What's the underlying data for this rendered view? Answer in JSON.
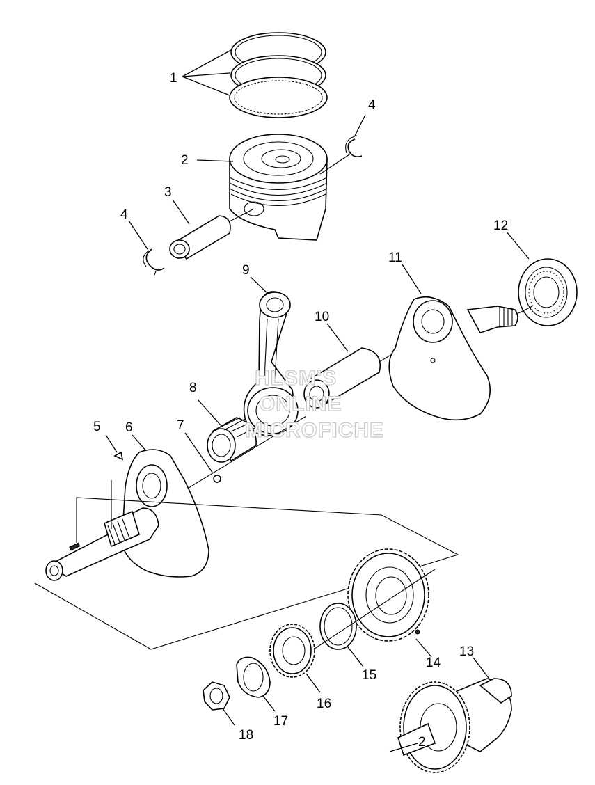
{
  "callouts": {
    "c1": "1",
    "c2": "2",
    "c3": "3",
    "c4a": "4",
    "c4b": "4",
    "c5": "5",
    "c6": "6",
    "c7": "7",
    "c8": "8",
    "c9": "9",
    "c10": "10",
    "c11": "11",
    "c12": "12",
    "c13": "13",
    "c14": "14",
    "c15": "15",
    "c16": "16",
    "c17": "17",
    "c18": "18",
    "c2b": "2"
  },
  "watermark": {
    "line1": "HLSM'S",
    "line2": "ONLINE",
    "line3": "MICROFICHE"
  },
  "colors": {
    "ink": "#000000",
    "paper": "#ffffff",
    "watermark_outline": "#c8c8c8"
  }
}
